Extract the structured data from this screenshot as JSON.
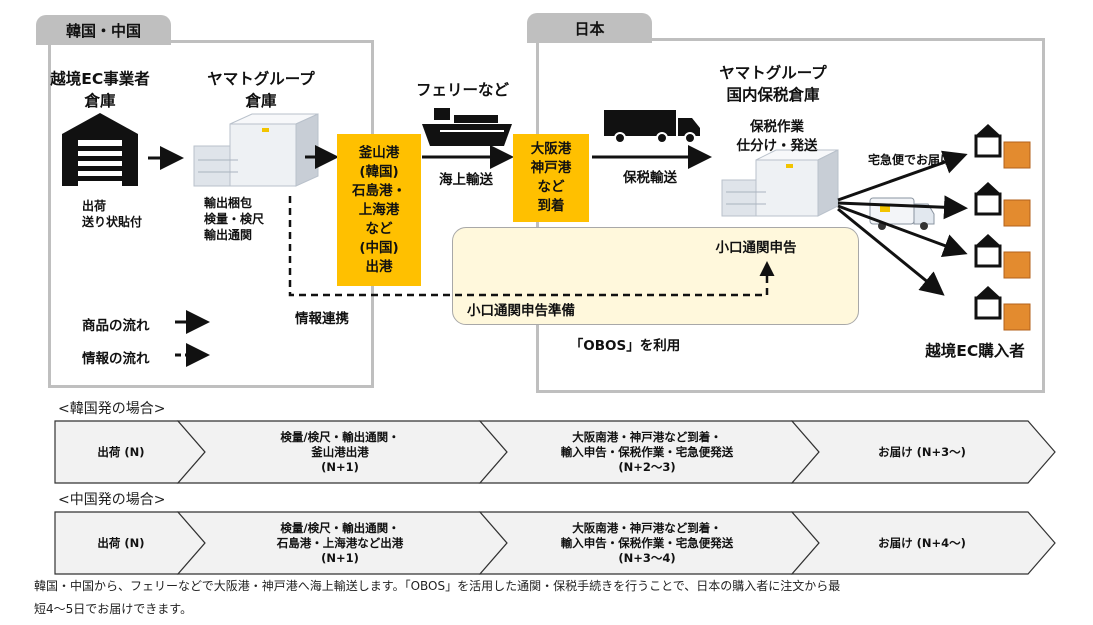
{
  "regions": {
    "korea_china": "韓国・中国",
    "japan": "日本"
  },
  "labels": {
    "ec_operator_warehouse": [
      "越境EC事業者",
      "倉庫"
    ],
    "yamato_warehouse": [
      "ヤマトグループ",
      "倉庫"
    ],
    "ferry": "フェリーなど",
    "yamato_bonded": [
      "ヤマトグループ",
      "国内保税倉庫"
    ],
    "bonded_work": [
      "保税作業",
      "仕分け・発送"
    ],
    "shipping_note": [
      "出荷",
      "送り状貼付"
    ],
    "export_note": [
      "輸出梱包",
      "検量・検尺",
      "輸出通関"
    ],
    "sea_transport": "海上輸送",
    "bonded_transport": "保税輸送",
    "home_delivery": "宅急便でお届け",
    "small_customs_decl": "小口通関申告",
    "small_customs_prep": "小口通関申告準備",
    "info_link": "情報連携",
    "obos": "「OBOS」を利用",
    "ec_buyer": "越境EC購入者"
  },
  "ports": {
    "departure": [
      "釜山港",
      "(韓国)",
      "石島港・",
      "上海港",
      "など",
      "(中国)",
      "出港"
    ],
    "arrival": [
      "大阪港",
      "神戸港",
      "など",
      "到着"
    ]
  },
  "legend": {
    "goods_flow": "商品の流れ",
    "info_flow": "情報の流れ"
  },
  "sections": {
    "korea": {
      "title": "<韓国発の場合>",
      "steps": [
        [
          "出荷 (N)"
        ],
        [
          "検量/検尺・輸出通関・",
          "釜山港出港",
          "(N+1)"
        ],
        [
          "大阪南港・神戸港など到着・",
          "輸入申告・保税作業・宅急便発送",
          "(N+2〜3)"
        ],
        [
          "お届け (N+3〜)"
        ]
      ]
    },
    "china": {
      "title": "<中国発の場合>",
      "steps": [
        [
          "出荷 (N)"
        ],
        [
          "検量/検尺・輸出通関・",
          "石島港・上海港など出港",
          "(N+1)"
        ],
        [
          "大阪南港・神戸港など到着・",
          "輸入申告・保税作業・宅急便発送",
          "(N+3〜4)"
        ],
        [
          "お届け (N+4〜)"
        ]
      ]
    }
  },
  "caption": [
    "韓国・中国から、フェリーなどで大阪港・神戸港へ海上輸送します。「OBOS」を活用した通関・保税手続きを行うことで、日本の購入者に注文から最",
    "短4〜5日でお届けできます。"
  ],
  "colors": {
    "port_fill": "#ffc000",
    "customs_fill": "#fff8dc",
    "region_border": "#bfbfbf",
    "chevron_fill": "#f2f2f2"
  }
}
